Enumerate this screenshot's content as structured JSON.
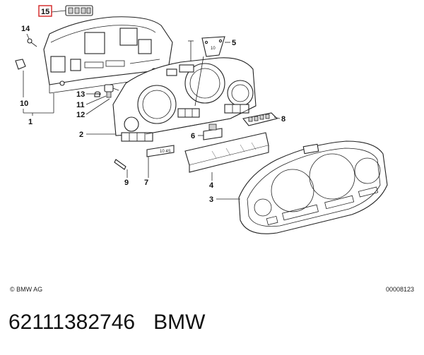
{
  "callouts": {
    "c1": "1",
    "c2": "2",
    "c3": "3",
    "c4": "4",
    "c5": "5",
    "c6": "6",
    "c7": "7",
    "c8": "8",
    "c9": "9",
    "c10": "10",
    "c11": "11",
    "c12": "12",
    "c13": "13",
    "c14": "14",
    "c15": "15"
  },
  "highlight_color": "#d22222",
  "labels": {
    "plate5": "10",
    "plate7": "10 4S",
    "copyright": "© BMW AG",
    "image_code": "00008123"
  },
  "footer": {
    "part_number": "62111382746",
    "brand": "BMW"
  }
}
